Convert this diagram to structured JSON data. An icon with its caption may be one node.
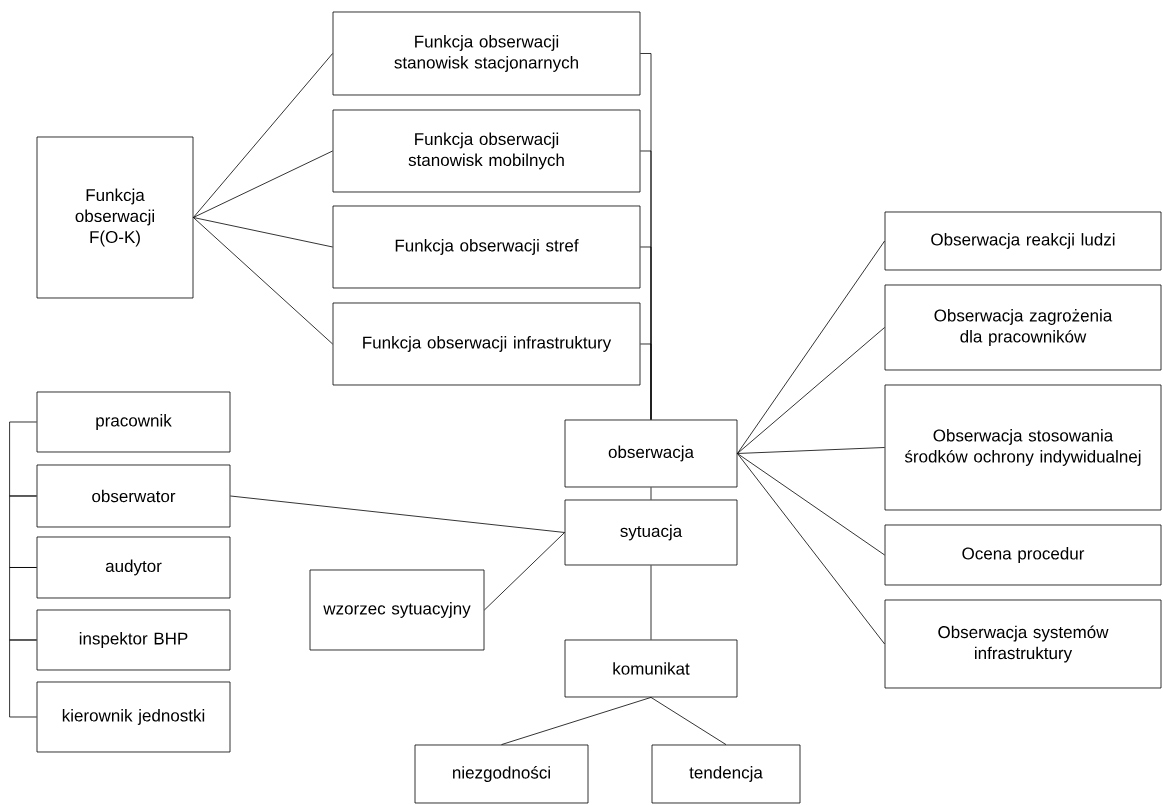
{
  "diagram": {
    "nodes": [
      {
        "text": [
          "Funkcja obserwacji F(O-K)"
        ]
      },
      {
        "text": [
          "Funkcja obserwacji stanowisk stacjonarnych"
        ]
      },
      {
        "text": [
          "Funkcja obserwacji stanowisk mobilnych"
        ]
      },
      {
        "text": [
          "Funkcja obserwacji stref"
        ]
      },
      {
        "text": [
          "Funkcja obserwacji infrastruktury"
        ]
      },
      {
        "text": [
          "obserwacja"
        ]
      },
      {
        "text": [
          "sytuacja"
        ]
      },
      {
        "text": [
          "wzorzec sytuacyjny"
        ]
      },
      {
        "text": [
          "komunikat"
        ]
      },
      {
        "text": [
          "niezgodności"
        ]
      },
      {
        "text": [
          "tendencja"
        ]
      },
      {
        "text": [
          "pracownik"
        ]
      },
      {
        "text": [
          "obserwator"
        ]
      },
      {
        "text": [
          "audytor"
        ]
      },
      {
        "text": [
          "inspektor BHP"
        ]
      },
      {
        "text": [
          "kierownik jednostki"
        ]
      },
      {
        "text": [
          "Obserwacja reakcji ludzi"
        ]
      },
      {
        "text": [
          "Obserwacja zagrożenia dla pracowników"
        ]
      },
      {
        "text": [
          "Obserwacja stosowania środków ochrony indywidualnej"
        ]
      },
      {
        "text": [
          "Ocena procedur"
        ]
      },
      {
        "text": [
          "Obserwacja systemów infrastruktury"
        ]
      }
    ],
    "edges": [
      {
        "from": 0,
        "to": 1,
        "arrow": "none"
      },
      {
        "from": 0,
        "to": 2,
        "arrow": "none"
      },
      {
        "from": 0,
        "to": 3,
        "arrow": "none"
      },
      {
        "from": 0,
        "to": 4,
        "arrow": "none"
      },
      {
        "from": 1,
        "to": 5,
        "arrow": "none"
      },
      {
        "from": 2,
        "to": 5,
        "arrow": "none"
      },
      {
        "from": 3,
        "to": 5,
        "arrow": "none"
      },
      {
        "from": 4,
        "to": 5,
        "arrow": "none"
      },
      {
        "from": 5,
        "to": 16,
        "arrow": "none"
      },
      {
        "from": 5,
        "to": 17,
        "arrow": "none"
      },
      {
        "from": 5,
        "to": 18,
        "arrow": "none"
      },
      {
        "from": 5,
        "to": 19,
        "arrow": "none"
      },
      {
        "from": 5,
        "to": 20,
        "arrow": "none"
      },
      {
        "from": 5,
        "to": 6,
        "arrow": "none"
      },
      {
        "from": 12,
        "to": 6,
        "arrow": "none"
      },
      {
        "from": 7,
        "to": 6,
        "arrow": "none"
      },
      {
        "from": 6,
        "to": 8,
        "arrow": "none"
      },
      {
        "from": 8,
        "to": 9,
        "arrow": "none"
      },
      {
        "from": 8,
        "to": 10,
        "arrow": "none"
      },
      {
        "from": 11,
        "to": 12,
        "arrow": "none"
      },
      {
        "from": 12,
        "to": 13,
        "arrow": "none"
      },
      {
        "from": 13,
        "to": 14,
        "arrow": "none"
      },
      {
        "from": 14,
        "to": 15,
        "arrow": "none"
      }
    ]
  }
}
